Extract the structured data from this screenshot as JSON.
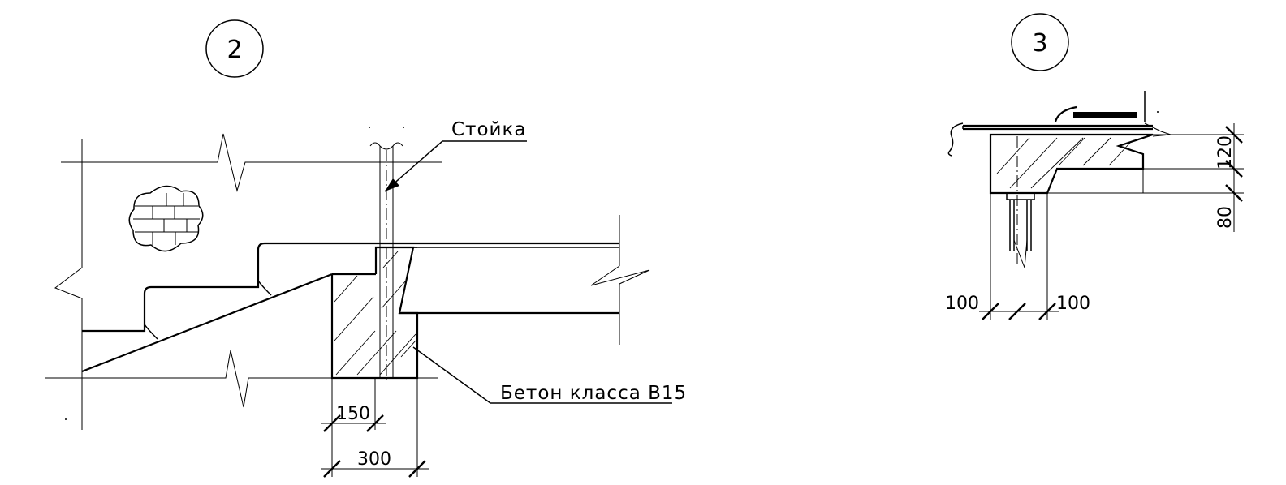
{
  "details": [
    {
      "marker": "2",
      "leaders": {
        "post": "Стойка",
        "concrete": "Бетон класса B15"
      },
      "dimensions": [
        "150",
        "300"
      ]
    },
    {
      "marker": "3",
      "dimensions_vertical": [
        "120",
        "80"
      ],
      "dimensions_horizontal": [
        "100",
        "100"
      ]
    }
  ]
}
